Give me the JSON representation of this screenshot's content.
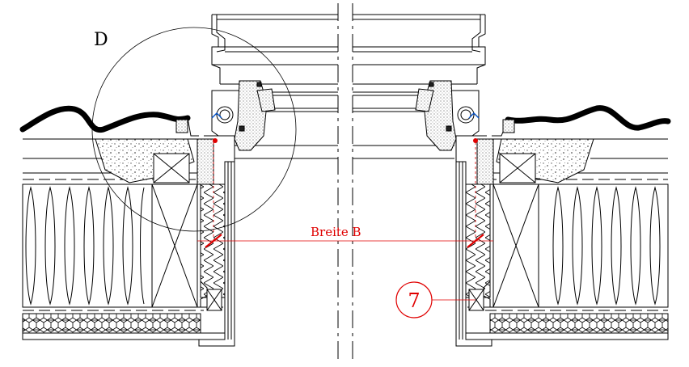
{
  "labels": {
    "detail": "D",
    "width": "Breite B",
    "callout": "7"
  },
  "colors": {
    "line": "#000000",
    "annotation": "#e00000",
    "accent_blue": "#0050c8",
    "fill_dots": "#bdbdbd",
    "background": "#ffffff"
  }
}
